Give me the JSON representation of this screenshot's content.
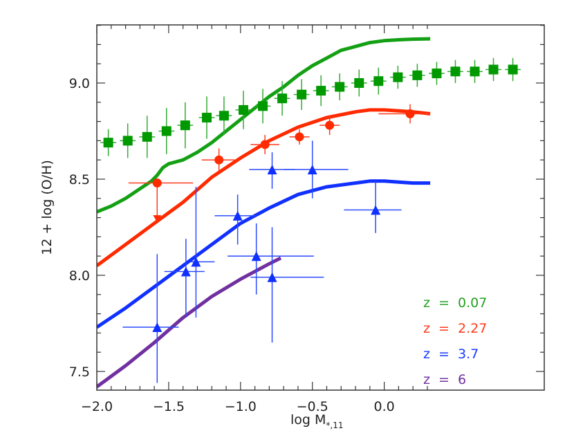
{
  "chart_data": {
    "type": "scatter",
    "title": "",
    "xlabel": "log M*,11",
    "xlabel_main": "log M",
    "xlabel_sub": "*,11",
    "ylabel": "12 + log (O/H)",
    "xlim": [
      -2.0,
      0.32
    ],
    "ylim": [
      7.41,
      9.31
    ],
    "x_ticks": [
      -2.0,
      -1.5,
      -1.0,
      -0.5,
      0.0
    ],
    "x_tick_labels": [
      "−2.0",
      "−1.5",
      "−1.0",
      "−0.5",
      "0.0"
    ],
    "y_ticks": [
      7.5,
      8.0,
      8.5,
      9.0
    ],
    "y_tick_labels": [
      "7.5",
      "8.0",
      "8.5",
      "9.0"
    ],
    "grid": false,
    "legend_position": "lower right",
    "legend": [
      {
        "label": "z  =  0.07",
        "color": "#22a022"
      },
      {
        "label": "z  =  2.27",
        "color": "#ff3a1a"
      },
      {
        "label": "z  =  3.7",
        "color": "#1a3aff"
      },
      {
        "label": "z  =  6",
        "color": "#7030a0"
      }
    ],
    "model_curves": [
      {
        "name": "z = 0.07",
        "color": "#14a014",
        "x": [
          -2.0,
          -1.9,
          -1.8,
          -1.7,
          -1.62,
          -1.58,
          -1.54,
          -1.5,
          -1.45,
          -1.4,
          -1.3,
          -1.2,
          -1.1,
          -1.0,
          -0.9,
          -0.8,
          -0.7,
          -0.6,
          -0.5,
          -0.4,
          -0.3,
          -0.2,
          -0.1,
          0.0,
          0.1,
          0.2,
          0.32
        ],
        "y": [
          8.33,
          8.36,
          8.4,
          8.45,
          8.49,
          8.52,
          8.56,
          8.58,
          8.59,
          8.6,
          8.64,
          8.69,
          8.75,
          8.81,
          8.87,
          8.93,
          8.98,
          9.04,
          9.09,
          9.13,
          9.17,
          9.19,
          9.21,
          9.22,
          9.225,
          9.228,
          9.23
        ]
      },
      {
        "name": "z = 2.27",
        "color": "#ff2a00",
        "x": [
          -2.0,
          -1.8,
          -1.6,
          -1.4,
          -1.2,
          -1.0,
          -0.8,
          -0.6,
          -0.4,
          -0.2,
          -0.1,
          0.0,
          0.1,
          0.2,
          0.32
        ],
        "y": [
          8.05,
          8.16,
          8.27,
          8.38,
          8.51,
          8.61,
          8.7,
          8.77,
          8.82,
          8.85,
          8.86,
          8.86,
          8.855,
          8.85,
          8.84
        ]
      },
      {
        "name": "z = 3.7",
        "color": "#1030ff",
        "x": [
          -2.0,
          -1.8,
          -1.6,
          -1.4,
          -1.2,
          -1.0,
          -0.8,
          -0.6,
          -0.4,
          -0.2,
          -0.1,
          0.0,
          0.1,
          0.2,
          0.32
        ],
        "y": [
          7.73,
          7.83,
          7.94,
          8.05,
          8.16,
          8.27,
          8.35,
          8.42,
          8.46,
          8.48,
          8.49,
          8.49,
          8.485,
          8.48,
          8.48
        ]
      },
      {
        "name": "z = 6",
        "color": "#7030a0",
        "x": [
          -2.0,
          -1.8,
          -1.6,
          -1.4,
          -1.2,
          -1.0,
          -0.9,
          -0.8,
          -0.72
        ],
        "y": [
          7.42,
          7.53,
          7.65,
          7.78,
          7.89,
          7.98,
          8.02,
          8.06,
          8.09
        ]
      }
    ],
    "series": [
      {
        "name": "z = 0.07 data",
        "marker": "square",
        "color": "#009900",
        "x": [
          -1.92,
          -1.785,
          -1.65,
          -1.515,
          -1.385,
          -1.235,
          -1.115,
          -0.98,
          -0.845,
          -0.71,
          -0.575,
          -0.44,
          -0.31,
          -0.175,
          -0.04,
          0.095,
          0.23,
          0.365,
          0.495,
          0.63,
          0.76,
          0.895
        ],
        "y": [
          8.69,
          8.7,
          8.72,
          8.75,
          8.78,
          8.82,
          8.83,
          8.86,
          8.88,
          8.92,
          8.94,
          8.96,
          8.98,
          9.0,
          9.01,
          9.03,
          9.04,
          9.05,
          9.06,
          9.06,
          9.07,
          9.07
        ],
        "yerr": [
          0.07,
          0.09,
          0.11,
          0.12,
          0.12,
          0.11,
          0.1,
          0.1,
          0.09,
          0.09,
          0.08,
          0.08,
          0.07,
          0.07,
          0.07,
          0.06,
          0.06,
          0.06,
          0.06,
          0.06,
          0.06,
          0.06
        ],
        "xerr": 0.055
      },
      {
        "name": "z = 2.27 data",
        "marker": "circle",
        "color": "#ff2a00",
        "x": [
          -1.58,
          -1.15,
          -0.83,
          -0.59,
          -0.38,
          0.18
        ],
        "y": [
          8.48,
          8.6,
          8.68,
          8.72,
          8.78,
          8.84
        ],
        "xerr_lo": [
          0.2,
          0.12,
          0.1,
          0.07,
          0.07,
          0.22
        ],
        "xerr_hi": [
          0.25,
          0.12,
          0.1,
          0.07,
          0.07,
          0.14
        ],
        "yerr": [
          0,
          0.06,
          0.05,
          0.04,
          0.05,
          0.05
        ],
        "upper_limit": [
          true,
          false,
          false,
          false,
          false,
          false
        ],
        "limit_to": [
          8.28
        ]
      },
      {
        "name": "z = 3.7 data",
        "marker": "triangle",
        "color": "#1030ff",
        "x": [
          -1.58,
          -1.38,
          -1.31,
          -1.02,
          -0.89,
          -0.78,
          -0.78,
          -0.5,
          -0.06
        ],
        "y": [
          7.73,
          8.02,
          8.07,
          8.31,
          8.1,
          7.99,
          8.55,
          8.55,
          8.34
        ],
        "xerr_lo": [
          0.24,
          0.15,
          0.04,
          0.16,
          0.2,
          0.15,
          0.16,
          0.2,
          0.22
        ],
        "xerr_hi": [
          0.15,
          0.13,
          0.13,
          0.13,
          0.4,
          0.36,
          0.16,
          0.25,
          0.18
        ],
        "yerr_lo": [
          0.29,
          0.24,
          0.29,
          0.15,
          0.2,
          0.34,
          0.1,
          0.15,
          0.12
        ],
        "yerr_hi": [
          0.38,
          0.17,
          0.39,
          0.11,
          0.17,
          0.26,
          0.09,
          0.15,
          0.15
        ]
      }
    ]
  }
}
